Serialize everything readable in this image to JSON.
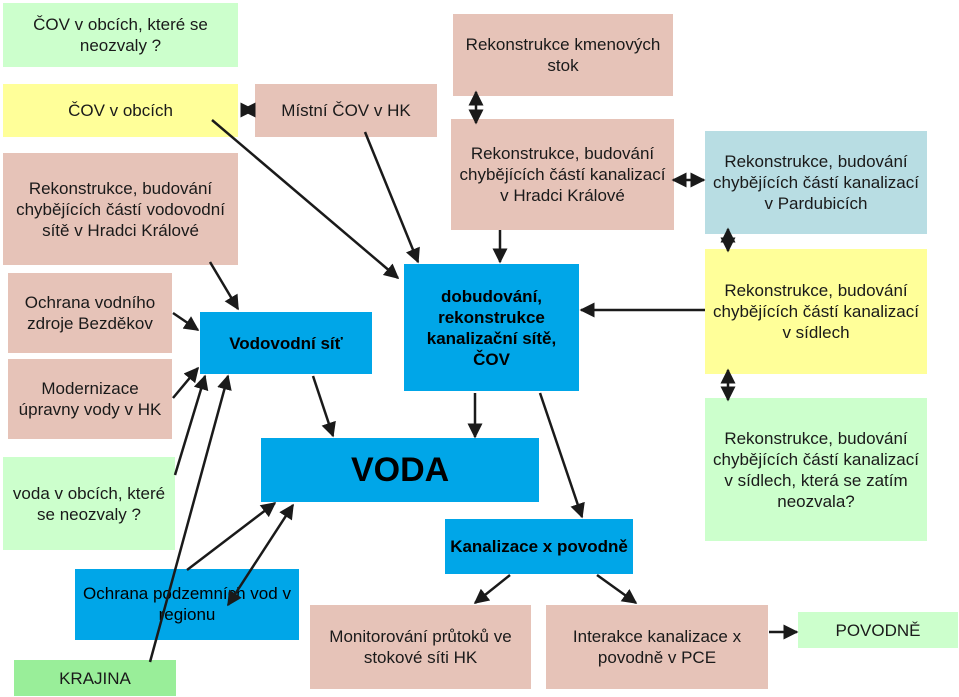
{
  "colors": {
    "green": "#ccffcc",
    "yellow": "#ffff99",
    "pink": "#e6c3b8",
    "light_blue": "#b8dde3",
    "blue": "#00a6e8",
    "cream": "#ffffe0",
    "arrow": "#1a1a1a"
  },
  "nodes": {
    "cov_obcich_neozvaly": "ČOV v obcích, které se neozvaly ?",
    "cov_obcich": "ČOV v obcích",
    "rekonstrukce_vodovod_hk": "Rekonstrukce, budování chybějících částí vodovodní sítě v Hradci Králové",
    "ochrana_bezdekov": "Ochrana vodního zdroje Bezděkov",
    "modernizace_upravny": "Modernizace úpravny vody v HK",
    "voda_obcich_neozvaly": "voda v obcích, které se neozvaly ?",
    "krajina": "KRAJINA",
    "ochrana_podzemnich": "Ochrana podzemních vod v regionu",
    "mistni_cov_hk": "Místní ČOV v HK",
    "vodovodni_sit": "Vodovodní síť",
    "voda": "VODA",
    "monitorovani": "Monitorování průtoků ve stokové síti HK",
    "rekonstrukce_stok": "Rekonstrukce kmenových stok",
    "rekonstrukce_kanal_hk": "Rekonstrukce, budování chybějících částí kanalizací v Hradci Králové",
    "dobudovani": "dobudování, rekonstrukce kanalizační sítě, ČOV",
    "kanalizace_povodne": "Kanalizace x povodně",
    "interakce": "Interakce kanalizace x povodně v PCE",
    "rekonstrukce_pardubice": "Rekonstrukce, budování chybějících částí kanalizací v Pardubicích",
    "rekonstrukce_sidla": "Rekonstrukce, budování chybějících částí kanalizací v sídlech",
    "rekonstrukce_sidla_neozvala": "Rekonstrukce, budování chybějících částí kanalizací v sídlech, která se zatím neozvala?",
    "povodne": "POVODNĚ"
  }
}
